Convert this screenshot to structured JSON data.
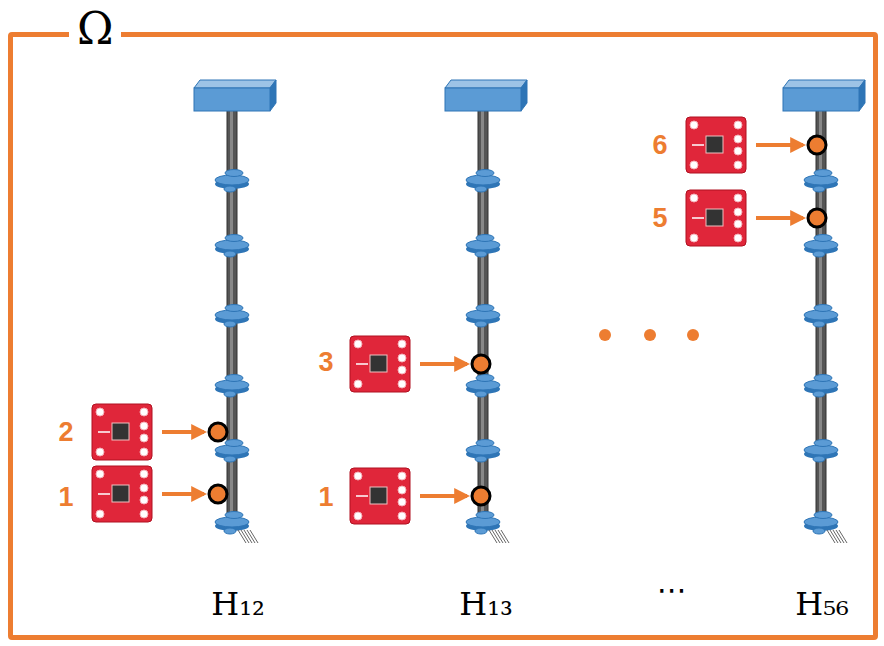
{
  "diagram": {
    "nodes": [
      {
        "text": [
          "Ω"
        ]
      }
    ],
    "labels": [
      "2",
      "1",
      "H₁₂",
      "3",
      "1",
      "H₁₃",
      "⋯",
      "6",
      "5",
      "H₅₆"
    ]
  }
}
